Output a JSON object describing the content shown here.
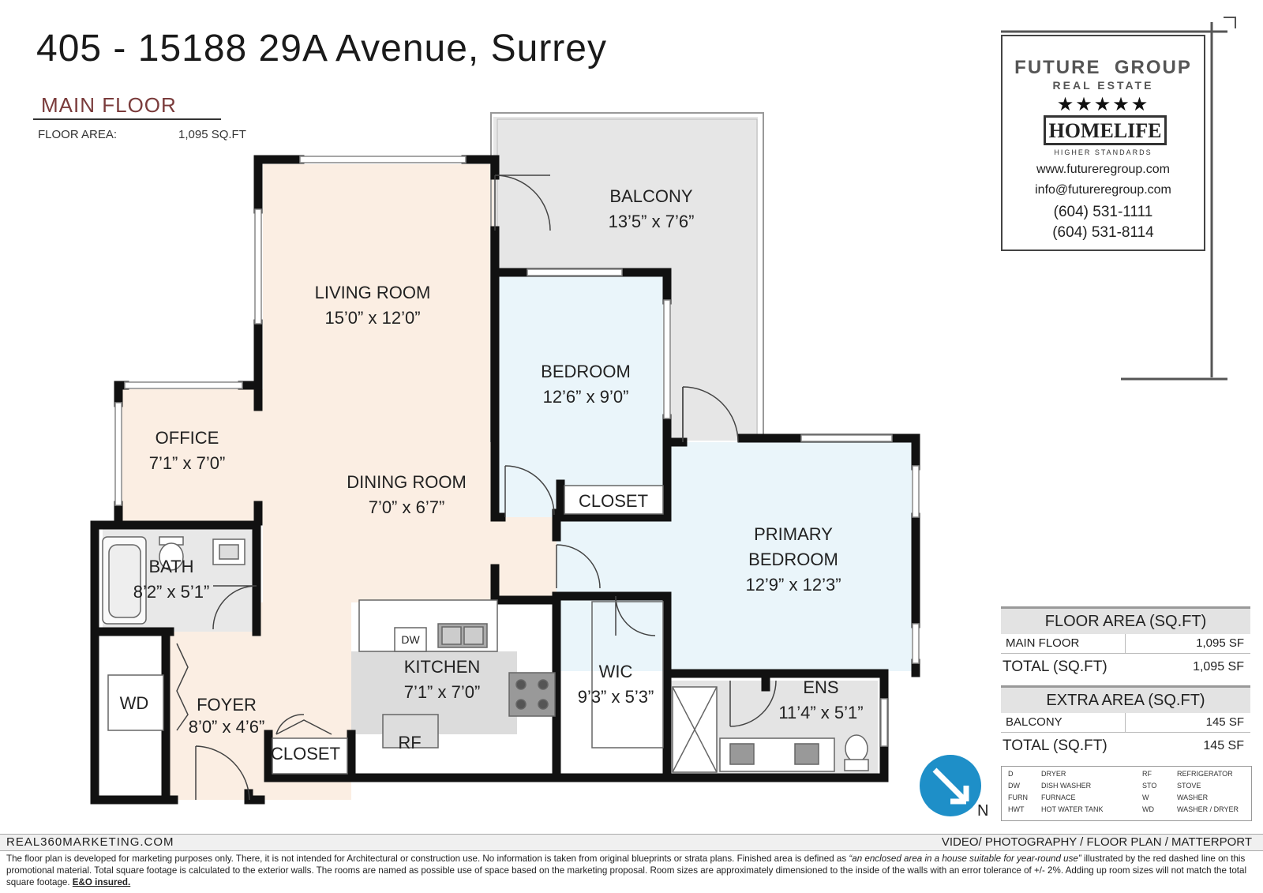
{
  "title": "405 - 15188 29A Avenue, Surrey",
  "floor": {
    "label": "MAIN FLOOR",
    "area_label": "FLOOR AREA:",
    "area_value": "1,095 SQ.FT"
  },
  "rooms": {
    "balcony": {
      "name": "BALCONY",
      "size": "13’5” x 7’6”"
    },
    "living": {
      "name": "LIVING ROOM",
      "size": "15’0” x 12’0”"
    },
    "bedroom": {
      "name": "BEDROOM",
      "size": "12’6” x 9’0”"
    },
    "office": {
      "name": "OFFICE",
      "size": "7’1” x 7’0”"
    },
    "dining": {
      "name": "DINING ROOM",
      "size": "7’0” x 6’7”"
    },
    "closet_bed": {
      "name": "CLOSET"
    },
    "primary": {
      "name1": "PRIMARY",
      "name2": "BEDROOM",
      "size": "12’9” x 12’3”"
    },
    "bath": {
      "name": "BATH",
      "size": "8’2” x 5’1”"
    },
    "kitchen": {
      "name": "KITCHEN",
      "size": "7’1” x 7’0”"
    },
    "wic": {
      "name": "WIC",
      "size": "9’3” x 5’3”"
    },
    "ens": {
      "name": "ENS",
      "size": "11’4” x 5’1”"
    },
    "wd": {
      "name": "WD"
    },
    "foyer": {
      "name": "FOYER",
      "size": "8’0” x 4’6”"
    },
    "closet_foyer": {
      "name": "CLOSET"
    },
    "rf": {
      "name": "RF"
    },
    "dw": {
      "name": "DW"
    }
  },
  "sign": {
    "company": "FUTURE  GROUP",
    "sub": "REAL ESTATE",
    "stars": "★★★★★",
    "brand": "HOMELIFE",
    "brand_sub": "HIGHER STANDARDS",
    "web": "www.futureregroup.com",
    "email": "info@futureregroup.com",
    "phone1": "(604) 531-1111",
    "phone2": "(604) 531-8114"
  },
  "area_table": {
    "head": "FLOOR AREA (SQ.FT)",
    "row_label": "MAIN FLOOR",
    "row_value": "1,095 SF",
    "total_label": "TOTAL (SQ.FT)",
    "total_value": "1,095 SF"
  },
  "extra_table": {
    "head": "EXTRA AREA (SQ.FT)",
    "row_label": "BALCONY",
    "row_value": "145 SF",
    "total_label": "TOTAL (SQ.FT)",
    "total_value": "145 SF"
  },
  "legend": [
    {
      "code": "D",
      "name": "DRYER"
    },
    {
      "code": "DW",
      "name": "DISH WASHER"
    },
    {
      "code": "FURN",
      "name": "FURNACE"
    },
    {
      "code": "HWT",
      "name": "HOT WATER TANK"
    },
    {
      "code": "RF",
      "name": "REFRIGERATOR"
    },
    {
      "code": "STO",
      "name": "STOVE"
    },
    {
      "code": "W",
      "name": "WASHER"
    },
    {
      "code": "WD",
      "name": "WASHER / DRYER"
    }
  ],
  "compass": {
    "label": "N"
  },
  "footer": {
    "left": "REAL360MARKETING.COM",
    "right": "VIDEO/ PHOTOGRAPHY / FLOOR PLAN / MATTERPORT",
    "d1": "The floor plan is developed for marketing purposes only. There, it is not intended for Architectural or construction use. No information is  taken from original blueprints or strata plans. Finished area is defined as ",
    "d_it": "“an enclosed area in a house suitable for year-round use”",
    "d2": " illustrated by the red dashed line on this promotional material. Total square footage is calculated to the exterior walls. The rooms are named as possible use of space based on the marketing proposal. Room sizes are approximately dimensioned to the inside of the walls with an error tolerance of +/- 2%. Adding up room sizes will not match the total square footage. ",
    "d_ul": "E&O insured."
  },
  "colors": {
    "wall": "#111111",
    "living_fill": "#fbeee3",
    "bedroom_fill": "#eaf5fa",
    "balcony_fill": "#e6e6e6",
    "wet_fill": "#dcdcdc",
    "compass": "#1e8fc8"
  }
}
